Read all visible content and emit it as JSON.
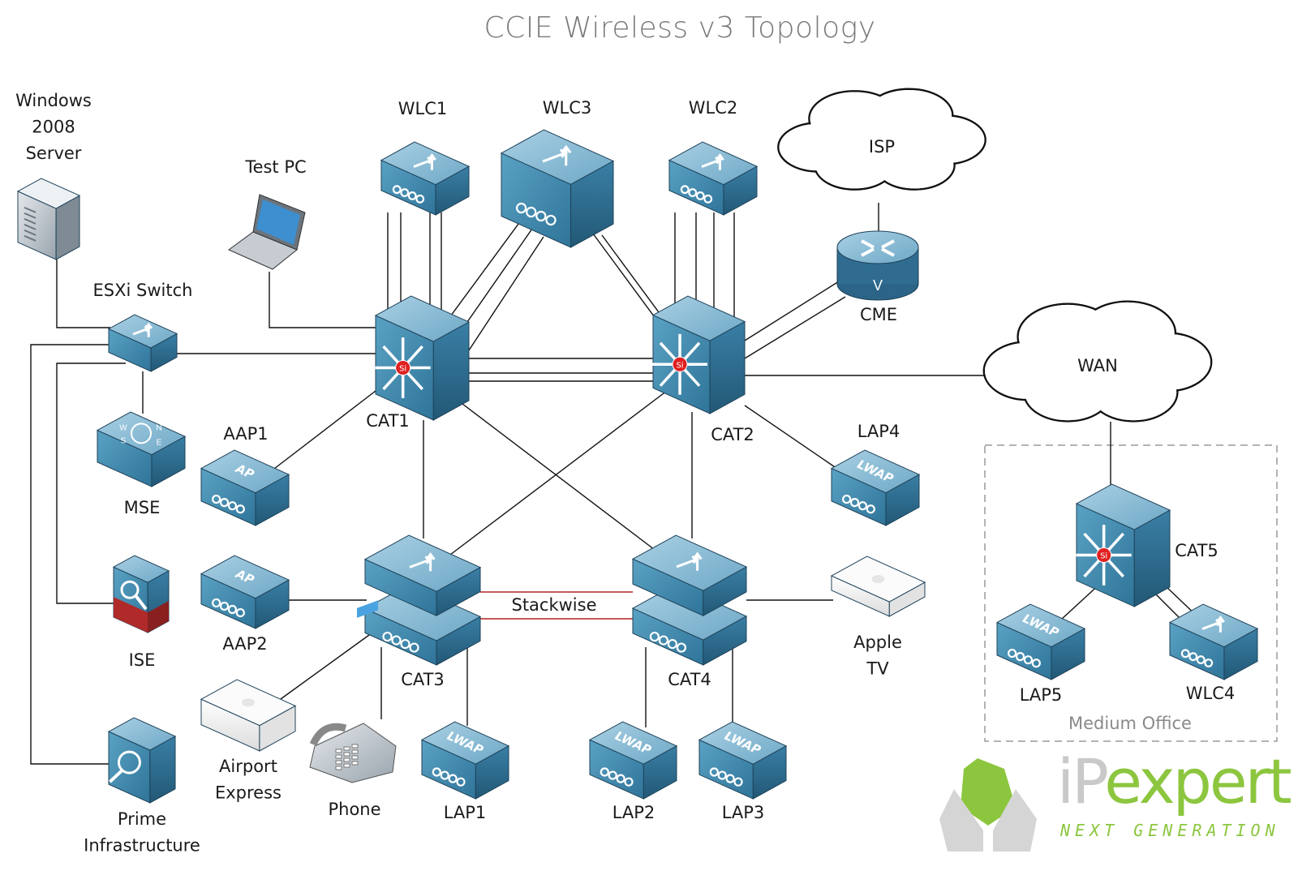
{
  "title": "CCIE Wireless v3 Topology",
  "devices": {
    "win": {
      "label": [
        "Windows",
        "2008",
        "Server"
      ],
      "kind": "server"
    },
    "testpc": {
      "label": [
        "Test PC"
      ],
      "kind": "laptop"
    },
    "esxi": {
      "label": [
        "ESXi Switch"
      ],
      "kind": "switch"
    },
    "mse": {
      "label": [
        "MSE"
      ],
      "kind": "mse",
      "glyph": [
        "N",
        "E",
        "S",
        "W"
      ]
    },
    "ise": {
      "label": [
        "ISE"
      ],
      "kind": "ise"
    },
    "prime": {
      "label": [
        "Prime",
        "Infrastructure"
      ],
      "kind": "prime"
    },
    "wlc1": {
      "label": [
        "WLC1"
      ],
      "kind": "wlc"
    },
    "wlc3": {
      "label": [
        "WLC3"
      ],
      "kind": "wlc"
    },
    "wlc2": {
      "label": [
        "WLC2"
      ],
      "kind": "wlc"
    },
    "isp": {
      "label": [
        "ISP"
      ],
      "kind": "cloud"
    },
    "cme": {
      "label": [
        "CME"
      ],
      "kind": "router"
    },
    "wan": {
      "label": [
        "WAN"
      ],
      "kind": "cloud"
    },
    "cat1": {
      "label": [
        "CAT1"
      ],
      "kind": "l3switch",
      "glyph": "Si"
    },
    "cat2": {
      "label": [
        "CAT2"
      ],
      "kind": "l3switch",
      "glyph": "Si"
    },
    "aap1": {
      "label": [
        "AAP1"
      ],
      "kind": "ap",
      "glyph": "AP"
    },
    "aap2": {
      "label": [
        "AAP2"
      ],
      "kind": "ap",
      "glyph": "AP"
    },
    "lap4": {
      "label": [
        "LAP4"
      ],
      "kind": "ap",
      "glyph": "LWAP"
    },
    "cat3": {
      "label": [
        "CAT3"
      ],
      "kind": "stack"
    },
    "cat4": {
      "label": [
        "CAT4"
      ],
      "kind": "stack"
    },
    "appletv": {
      "label": [
        "Apple",
        "TV"
      ],
      "kind": "apple"
    },
    "airport": {
      "label": [
        "Airport",
        "Express"
      ],
      "kind": "apple"
    },
    "phone": {
      "label": [
        "Phone"
      ],
      "kind": "phone"
    },
    "lap1": {
      "label": [
        "LAP1"
      ],
      "kind": "ap",
      "glyph": "LWAP"
    },
    "lap2": {
      "label": [
        "LAP2"
      ],
      "kind": "ap",
      "glyph": "LWAP"
    },
    "lap3": {
      "label": [
        "LAP3"
      ],
      "kind": "ap",
      "glyph": "LWAP"
    },
    "cat5": {
      "label": [
        "CAT5"
      ],
      "kind": "l3switch",
      "glyph": "Si"
    },
    "lap5": {
      "label": [
        "LAP5"
      ],
      "kind": "ap",
      "glyph": "LWAP"
    },
    "wlc4": {
      "label": [
        "WLC4"
      ],
      "kind": "wlc"
    }
  },
  "stackwise_label": "Stackwise",
  "zone": {
    "label": "Medium Office"
  },
  "logo": {
    "wordmark_gray": "iP",
    "wordmark_green": "expert",
    "tagline": "NEXT GENERATION"
  },
  "colors": {
    "device_top": "#8cbcd6",
    "device_front": "#3e87aa",
    "device_side": "#2b6487",
    "link": "#111111",
    "stackwise": "#b22222",
    "brand_green": "#8cc63f",
    "title": "#7a7a7a"
  }
}
